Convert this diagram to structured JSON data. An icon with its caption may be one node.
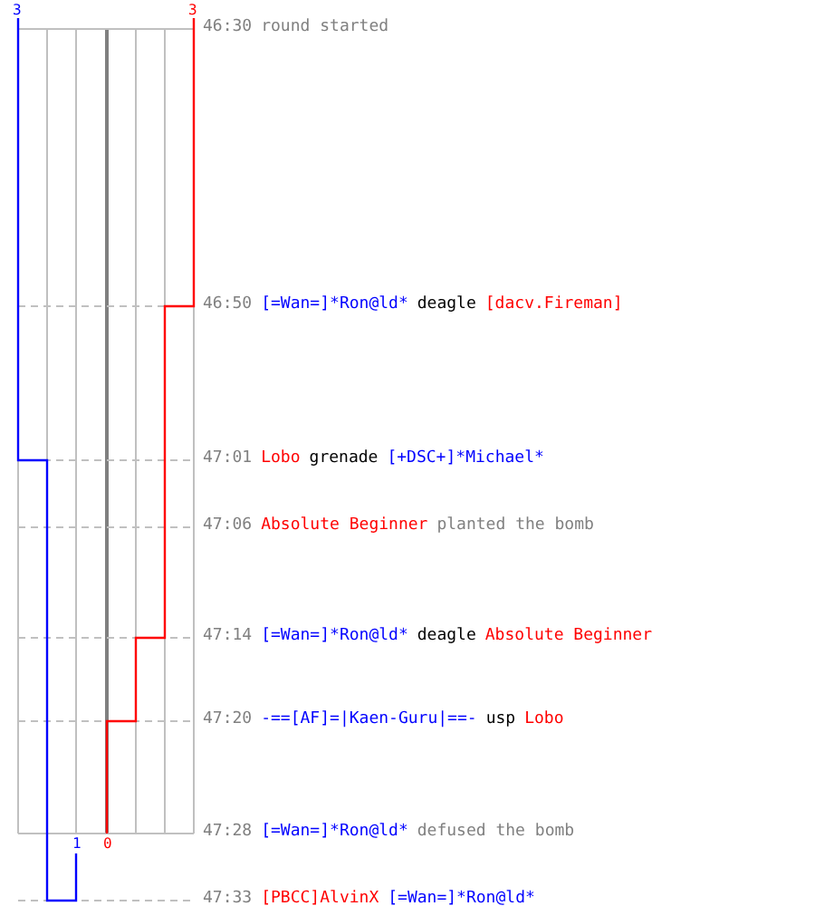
{
  "diagram": {
    "labels": [
      "3",
      "3",
      "46:30",
      "round started",
      "46:50",
      "[=Wan=]*Ron@ld*",
      "deagle",
      "[dacv.Fireman]",
      "47:01",
      "Lobo",
      "grenade",
      "[+DSC+]*Michael*",
      "47:06",
      "Absolute Beginner",
      "planted the bomb",
      "47:14",
      "[=Wan=]*Ron@ld*",
      "deagle",
      "Absolute Beginner",
      "47:20",
      "-==[AF]=|Kaen-Guru|==-",
      "usp",
      "Lobo",
      "1",
      "0",
      "47:28",
      "[=Wan=]*Ron@ld*",
      "defused the bomb",
      "47:33",
      "[PBCC]AlvinX",
      "[=Wan=]*Ron@ld*"
    ]
  }
}
